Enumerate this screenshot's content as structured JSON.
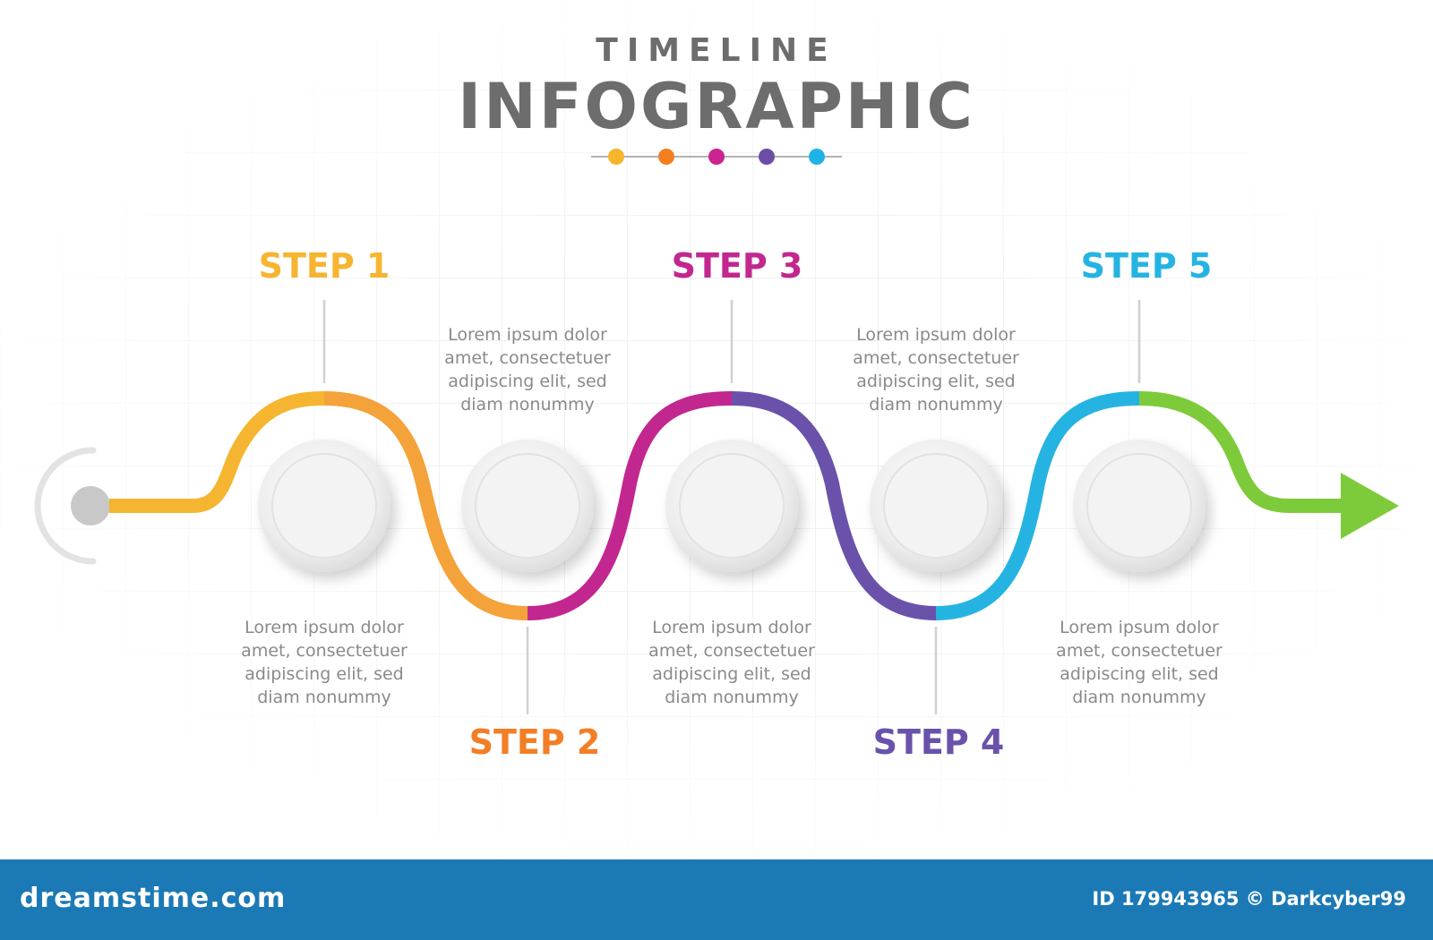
{
  "header": {
    "title_small": "TIMELINE",
    "title_big": "INFOGRAPHIC",
    "dot_colors": [
      "#f7b52b",
      "#f37f21",
      "#c9248f",
      "#6b4ea6",
      "#1fb3e5"
    ],
    "title_color": "#6d6d6d"
  },
  "steps": [
    {
      "label": "STEP 1",
      "color": "#f6b530",
      "desc": [
        "Lorem ipsum dolor",
        "amet, consectetuer",
        "adipiscing elit, sed",
        "diam nonummy"
      ]
    },
    {
      "label": "STEP 2",
      "color": "#f37e26",
      "desc": [
        "Lorem ipsum dolor",
        "amet, consectetuer",
        "adipiscing elit, sed",
        "diam nonummy"
      ]
    },
    {
      "label": "STEP 3",
      "color": "#c2278f",
      "desc": [
        "Lorem ipsum dolor",
        "amet, consectetuer",
        "adipiscing elit, sed",
        "diam nonummy"
      ]
    },
    {
      "label": "STEP 4",
      "color": "#6a52aa",
      "desc": [
        "Lorem ipsum dolor",
        "amet, consectetuer",
        "adipiscing elit, sed",
        "diam nonummy"
      ]
    },
    {
      "label": "STEP 5",
      "color": "#25b4e2",
      "desc": [
        "Lorem ipsum dolor",
        "amet, consectetuer",
        "adipiscing elit, sed",
        "diam nonummy"
      ]
    }
  ],
  "path_colors": {
    "seg1": "#f6b530",
    "seg2": "#f4a23a",
    "seg3": "#c2278f",
    "seg4": "#6a52aa",
    "seg5": "#25b4e2",
    "seg6": "#7dcb3a",
    "arrow": "#7dcb3a"
  },
  "footer": {
    "brand": "dreamstime.com",
    "id_text": "ID 179943965 © Darkcyber99",
    "bg": "#1b7ab6"
  }
}
